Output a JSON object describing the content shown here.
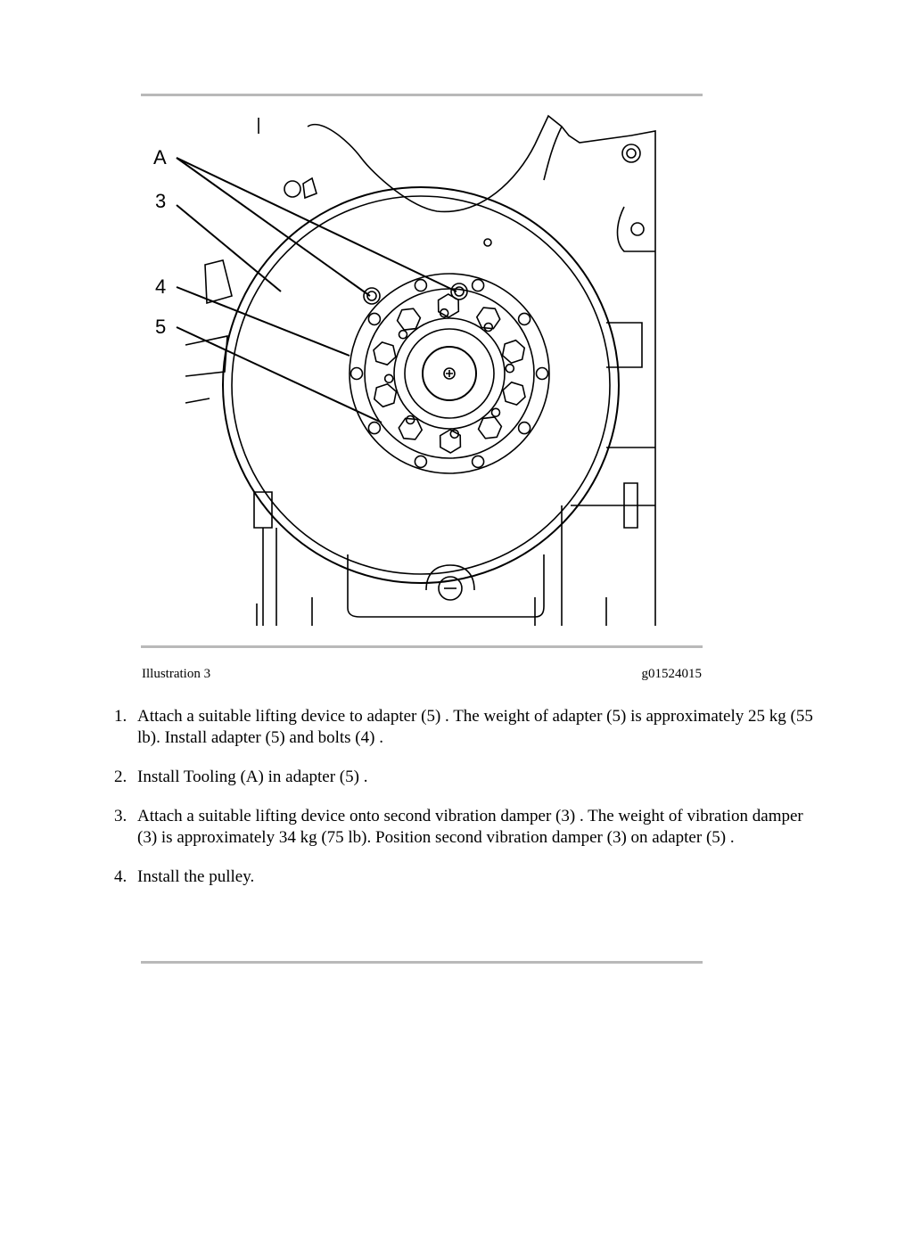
{
  "figure": {
    "callouts": [
      "A",
      "3",
      "4",
      "5"
    ],
    "caption_left": "Illustration 3",
    "caption_right": "g01524015"
  },
  "steps": [
    {
      "num": "1.",
      "text": "Attach a suitable lifting device to adapter (5) . The weight of adapter (5) is approximately 25 kg (55 lb). Install adapter (5) and bolts (4) ."
    },
    {
      "num": "2.",
      "text": "Install Tooling (A) in adapter (5) ."
    },
    {
      "num": "3.",
      "text": "Attach a suitable lifting device onto second vibration damper (3) . The weight of vibration damper (3) is approximately 34 kg (75 lb). Position second vibration damper (3) on adapter (5) ."
    },
    {
      "num": "4.",
      "text": "Install the pulley."
    }
  ]
}
